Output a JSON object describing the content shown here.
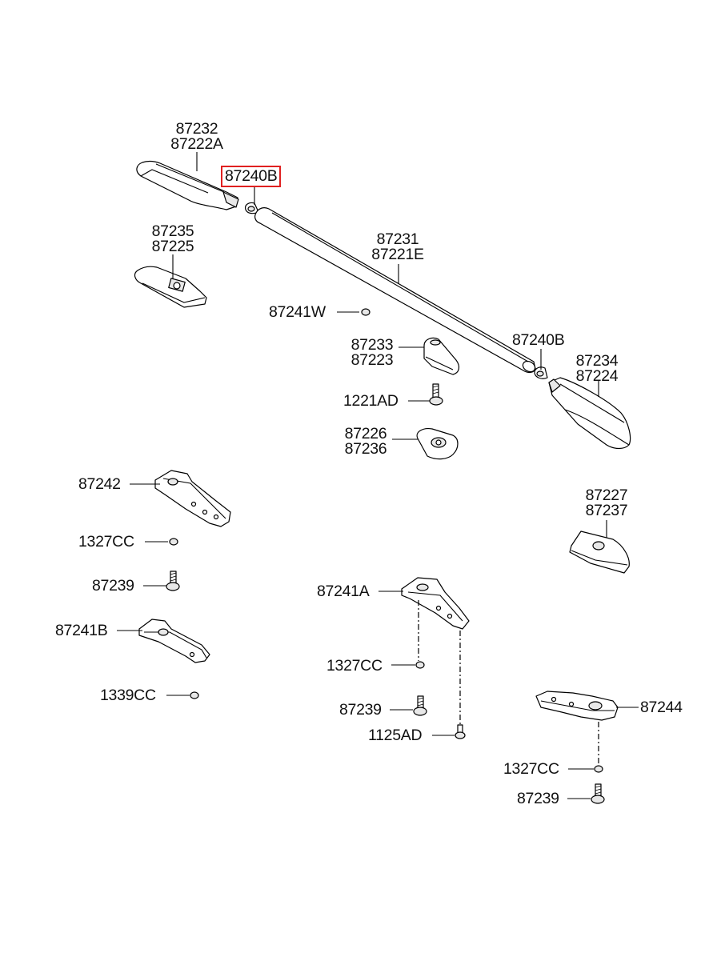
{
  "diagram": {
    "labels": {
      "end_cover_front": [
        "87232",
        "87222A"
      ],
      "cap_front": "87240B",
      "pad_front": [
        "87235",
        "87225"
      ],
      "roof_rail": [
        "87231",
        "87221E"
      ],
      "nut_87241w": "87241W",
      "center_cover": [
        "87233",
        "87223"
      ],
      "cap_rear": "87240B",
      "end_cover_rear": [
        "87234",
        "87224"
      ],
      "bolt_1221ad": "1221AD",
      "center_pad": [
        "87226",
        "87236"
      ],
      "bracket_87242": "87242",
      "nut_1327cc_left": "1327CC",
      "bolt_87239_left": "87239",
      "bracket_87241b": "87241B",
      "nut_1339cc": "1339CC",
      "pad_rear": [
        "87227",
        "87237"
      ],
      "bracket_87241a": "87241A",
      "nut_1327cc_center": "1327CC",
      "bolt_87239_center": "87239",
      "screw_1125ad": "1125AD",
      "bracket_87244": "87244",
      "nut_1327cc_right": "1327CC",
      "bolt_87239_right": "87239"
    },
    "highlight_color": "#e02020"
  }
}
